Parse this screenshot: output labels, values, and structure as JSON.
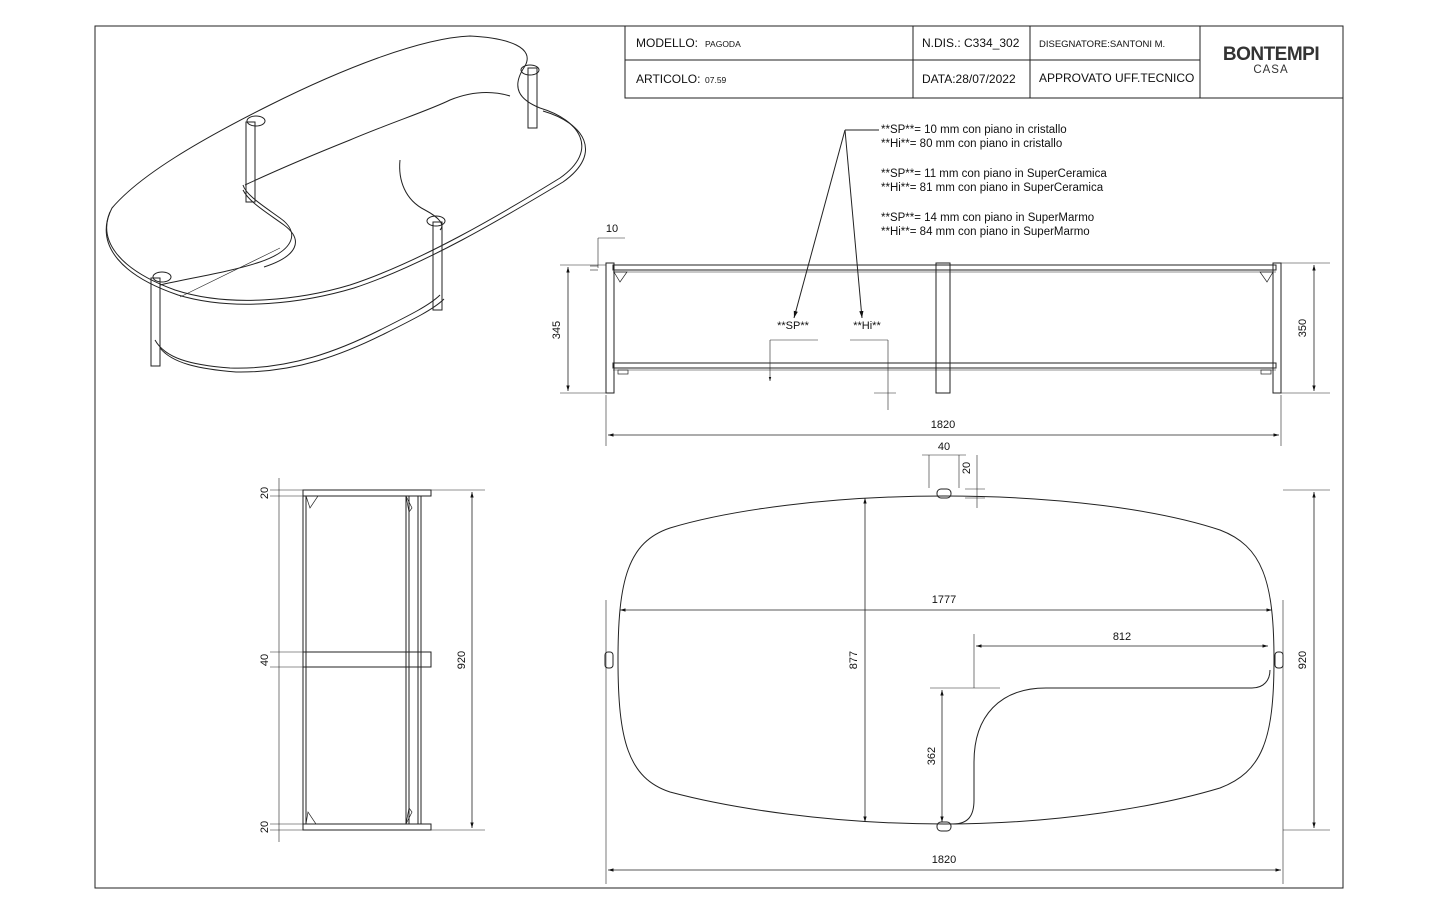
{
  "title_block": {
    "modello_label": "MODELLO:",
    "modello_value": "PAGODA",
    "ndis": "N.DIS.: C334_302",
    "disegnatore": "DISEGNATORE:SANTONI M.",
    "articolo_label": "ARTICOLO:",
    "articolo_value": "07.59",
    "data": "DATA:28/07/2022",
    "approvato": "APPROVATO UFF.TECNICO",
    "logo_main": "BONTEMPI",
    "logo_sub": "CASA"
  },
  "notes": [
    "**SP**= 10 mm con piano in cristallo",
    "**Hi**= 80 mm con piano in cristallo",
    "**SP**= 11 mm con piano in SuperCeramica",
    "**Hi**= 81 mm con piano in SuperCeramica",
    "**SP**= 14 mm con piano in SuperMarmo",
    "**Hi**= 84 mm con piano in SuperMarmo"
  ],
  "front_view": {
    "dim_top_thickness": "10",
    "dim_left_height": "345",
    "dim_right_height": "350",
    "dim_width": "1820",
    "label_sp": "**SP**",
    "label_hi": "**Hi**"
  },
  "side_view": {
    "dim_top": "20",
    "dim_mid": "40",
    "dim_bottom": "20",
    "dim_depth": "920"
  },
  "top_view": {
    "dim_leg_width": "40",
    "dim_leg_depth": "20",
    "dim_inner_length": "1777",
    "dim_cutout_length": "812",
    "dim_inner_depth": "877",
    "dim_cutout_depth": "362",
    "dim_depth": "920",
    "dim_width": "1820"
  }
}
